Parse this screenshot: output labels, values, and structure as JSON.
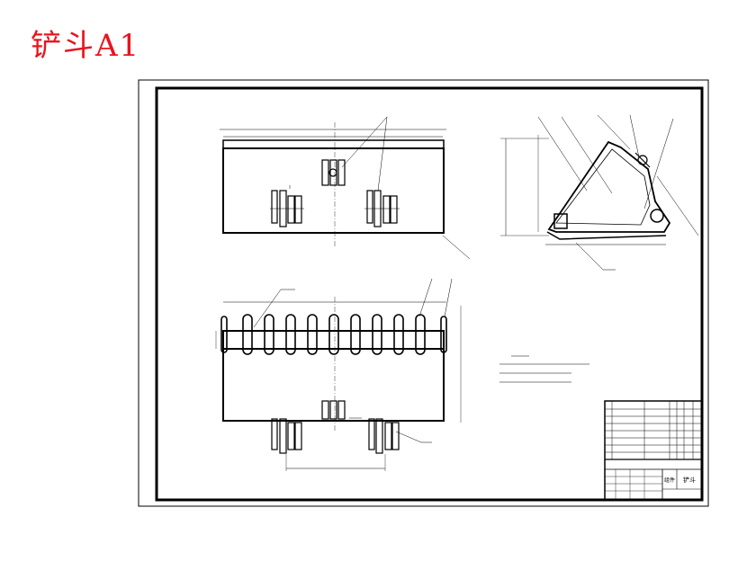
{
  "title": "铲斗A1",
  "colors": {
    "title": "#e8141e",
    "line": "#000000",
    "background": "#ffffff"
  },
  "title_block": {
    "part_name_cn": "铲斗",
    "label_small": "组件"
  }
}
